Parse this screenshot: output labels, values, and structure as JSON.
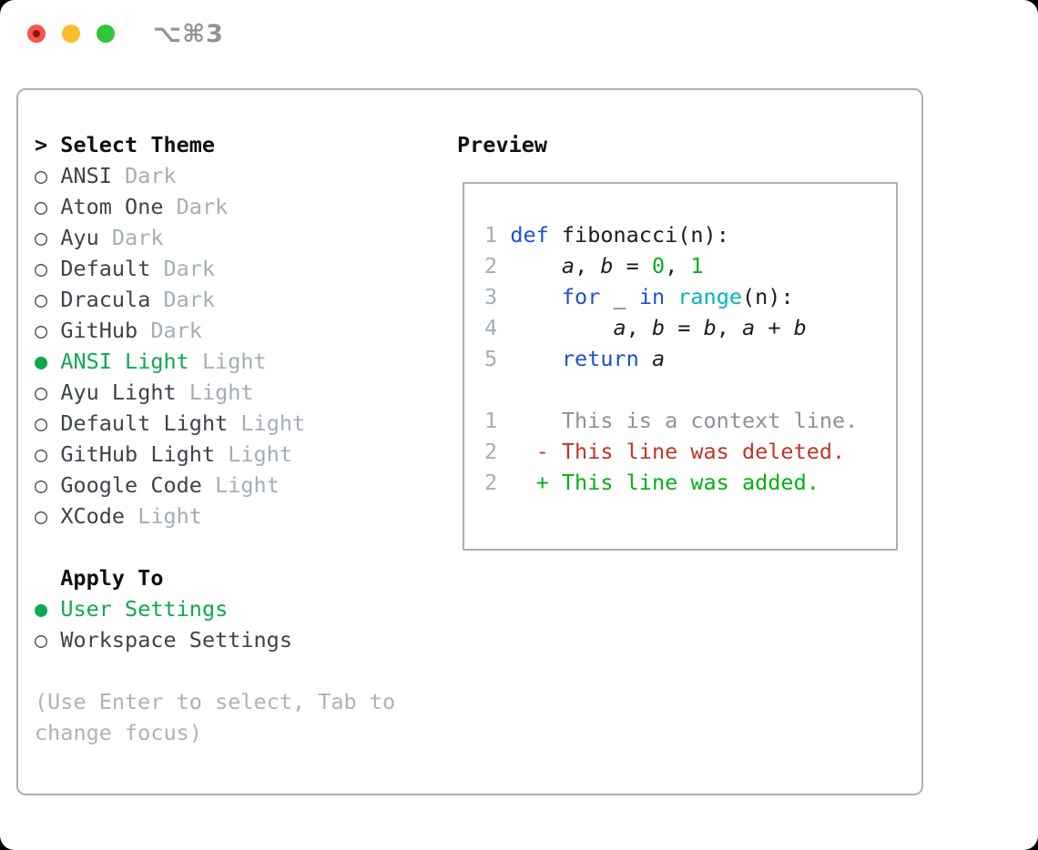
{
  "titlebar": {
    "shortcut": "⌥⌘3",
    "lights": [
      "close",
      "minimize",
      "zoom"
    ]
  },
  "panel": {
    "prompt": "> ",
    "title": "Select Theme",
    "radio_selected": "●",
    "radio_unselected": "○",
    "themes": [
      {
        "name": "ANSI",
        "variant": "Dark",
        "selected": false
      },
      {
        "name": "Atom One",
        "variant": "Dark",
        "selected": false
      },
      {
        "name": "Ayu",
        "variant": "Dark",
        "selected": false
      },
      {
        "name": "Default",
        "variant": "Dark",
        "selected": false
      },
      {
        "name": "Dracula",
        "variant": "Dark",
        "selected": false
      },
      {
        "name": "GitHub",
        "variant": "Dark",
        "selected": false
      },
      {
        "name": "ANSI Light",
        "variant": "Light",
        "selected": true
      },
      {
        "name": "Ayu Light",
        "variant": "Light",
        "selected": false
      },
      {
        "name": "Default Light",
        "variant": "Light",
        "selected": false
      },
      {
        "name": "GitHub Light",
        "variant": "Light",
        "selected": false
      },
      {
        "name": "Google Code",
        "variant": "Light",
        "selected": false
      },
      {
        "name": "XCode",
        "variant": "Light",
        "selected": false
      }
    ],
    "apply_to": {
      "title": "Apply To",
      "options": [
        {
          "label": "User Settings",
          "selected": true
        },
        {
          "label": "Workspace Settings",
          "selected": false
        }
      ]
    },
    "help_lines": [
      "(Use Enter to select, Tab to",
      "change focus)"
    ]
  },
  "preview": {
    "title": "Preview",
    "lines": [
      {
        "num": "1",
        "tokens": [
          {
            "t": " ",
            "c": "pl"
          },
          {
            "t": "def",
            "c": "kw"
          },
          {
            "t": " fibonacci(n):",
            "c": "pl"
          }
        ]
      },
      {
        "num": "2",
        "tokens": [
          {
            "t": "     ",
            "c": "pl"
          },
          {
            "t": "a",
            "c": "va"
          },
          {
            "t": ", ",
            "c": "pl"
          },
          {
            "t": "b",
            "c": "va"
          },
          {
            "t": " = ",
            "c": "pl"
          },
          {
            "t": "0",
            "c": "nu"
          },
          {
            "t": ", ",
            "c": "pl"
          },
          {
            "t": "1",
            "c": "nu"
          }
        ]
      },
      {
        "num": "3",
        "tokens": [
          {
            "t": "     ",
            "c": "pl"
          },
          {
            "t": "for",
            "c": "kw"
          },
          {
            "t": " _ ",
            "c": "pl"
          },
          {
            "t": "in",
            "c": "kw"
          },
          {
            "t": " ",
            "c": "pl"
          },
          {
            "t": "range",
            "c": "fn"
          },
          {
            "t": "(n):",
            "c": "pl"
          }
        ]
      },
      {
        "num": "4",
        "tokens": [
          {
            "t": "         ",
            "c": "pl"
          },
          {
            "t": "a",
            "c": "va"
          },
          {
            "t": ", ",
            "c": "pl"
          },
          {
            "t": "b",
            "c": "va"
          },
          {
            "t": " = ",
            "c": "pl"
          },
          {
            "t": "b",
            "c": "va"
          },
          {
            "t": ", ",
            "c": "pl"
          },
          {
            "t": "a",
            "c": "va"
          },
          {
            "t": " + ",
            "c": "pl"
          },
          {
            "t": "b",
            "c": "va"
          }
        ]
      },
      {
        "num": "5",
        "tokens": [
          {
            "t": "     ",
            "c": "pl"
          },
          {
            "t": "return",
            "c": "kw"
          },
          {
            "t": " ",
            "c": "pl"
          },
          {
            "t": "a",
            "c": "va"
          }
        ]
      },
      {
        "num": "",
        "tokens": []
      },
      {
        "num": "1",
        "tokens": [
          {
            "t": "     This is a context line.",
            "c": "cx"
          }
        ]
      },
      {
        "num": "2",
        "tokens": [
          {
            "t": "   ",
            "c": "pl"
          },
          {
            "t": "- This line was deleted.",
            "c": "de"
          }
        ]
      },
      {
        "num": "2",
        "tokens": [
          {
            "t": "   ",
            "c": "pl"
          },
          {
            "t": "+ This line was added.",
            "c": "ad"
          }
        ]
      }
    ]
  },
  "colors": {
    "selection_green": "#0fa850",
    "keyword_blue": "#1d4fd7",
    "function_cyan": "#00b3c4",
    "number_green": "#09b01c",
    "deleted_red": "#c13526",
    "added_green": "#00b212",
    "muted_gray": "#a4aeb9",
    "context_gray": "#8b939c",
    "traffic_red": "#f4564d",
    "traffic_yellow": "#f9bd2e",
    "traffic_green": "#30c53c",
    "panel_border": "#a9b1bb"
  }
}
